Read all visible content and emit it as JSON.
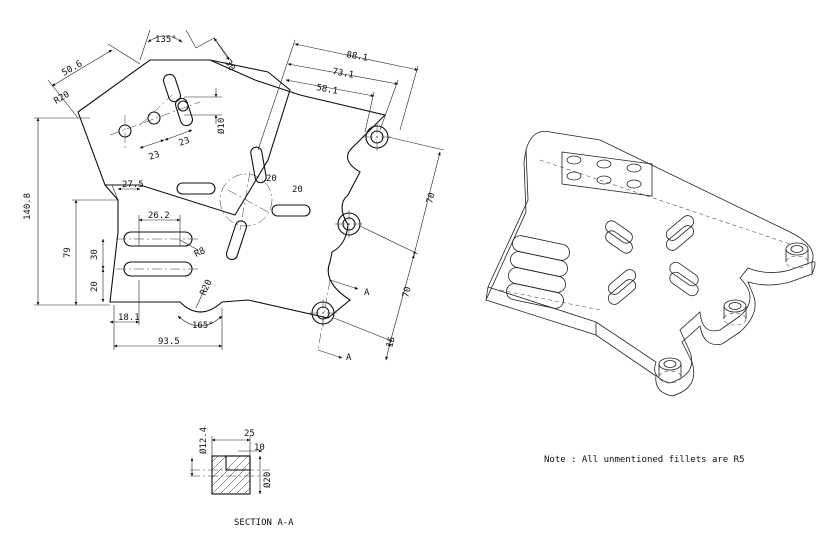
{
  "dimensions": {
    "d_135": "135°",
    "d_30_top": "30",
    "d_50_6": "50.6",
    "d_r20_top": "R20",
    "d_dia10": "Ø10",
    "d_23": "23",
    "d_23b": "23",
    "d_88_1": "88.1",
    "d_73_1": "73.1",
    "d_58_1": "58.1",
    "d_140_8": "140.8",
    "d_79": "79",
    "d_30_left": "30",
    "d_20_left": "20",
    "d_27_5": "27.5",
    "d_26_2": "26.2",
    "d_r8": "R8",
    "d_20_a": "20",
    "d_20_b": "20",
    "d_r20_bot": "R20",
    "d_18_1": "18.1",
    "d_93_5": "93.5",
    "d_165": "165°",
    "d_70_a": "70",
    "d_70_b": "70",
    "d_15": "15",
    "sec_a_top": "A",
    "sec_a_bot": "A"
  },
  "section": {
    "d_dia12_4": "Ø12.4",
    "d_25": "25",
    "d_10": "10",
    "d_dia20": "Ø20",
    "label": "SECTION A-A"
  },
  "note": "Note : All unmentioned fillets are R5"
}
